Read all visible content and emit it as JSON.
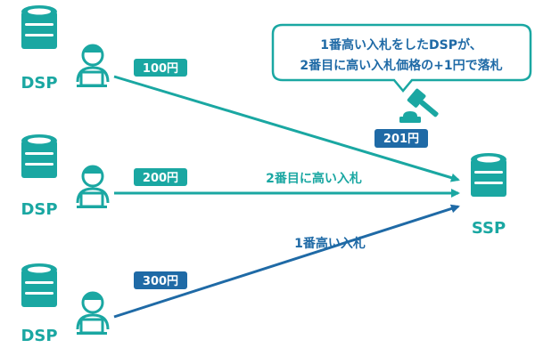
{
  "colors": {
    "teal": "#1aa7a2",
    "navy": "#1f6aa6",
    "white": "#ffffff"
  },
  "dsp_label": "DSP",
  "ssp_label": "SSP",
  "bids": [
    {
      "price": "100円",
      "color": "teal"
    },
    {
      "price": "200円",
      "color": "teal"
    },
    {
      "price": "300円",
      "color": "navy"
    }
  ],
  "edge_labels": {
    "second_bid": "2番目に高い入札",
    "top_bid": "1番高い入札"
  },
  "callout": {
    "line1": "1番高い入札をしたDSPが、",
    "line2": "2番目に高い入札価格の+1円で落札"
  },
  "winning_price": "201円",
  "icons": [
    "database-icon",
    "person-laptop-icon",
    "gavel-icon"
  ]
}
